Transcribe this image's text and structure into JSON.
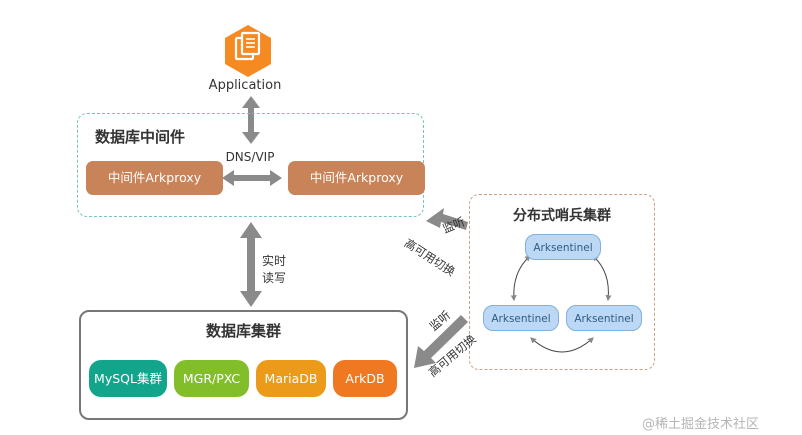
{
  "app": {
    "label": "Application",
    "icon": "document-stack-icon"
  },
  "middleware": {
    "title": "数据库中间件",
    "link_label": "DNS/VIP",
    "proxies": [
      "中间件Arkproxy",
      "中间件Arkproxy"
    ]
  },
  "rw_label": [
    "实时",
    "读写"
  ],
  "database": {
    "title": "数据库集群",
    "nodes": [
      "MySQL集群",
      "MGR/PXC",
      "MariaDB",
      "ArkDB"
    ]
  },
  "sentinel": {
    "title": "分布式哨兵集群",
    "nodes": [
      "Arksentinel",
      "Arksentinel",
      "Arksentinel"
    ]
  },
  "links": {
    "monitor_1": "监听",
    "failover_1": "高可用切换",
    "monitor_2": "监听",
    "failover_2": "高可用切换"
  },
  "watermark": "@稀土掘金技术社区",
  "colors": {
    "app_icon": "#f58a23",
    "proxy": "#c98358",
    "mysql": "#12a58c",
    "mgr": "#82be2a",
    "mariadb": "#eb9a1a",
    "arkdb": "#f07820",
    "arrow": "#8a8a8a"
  }
}
